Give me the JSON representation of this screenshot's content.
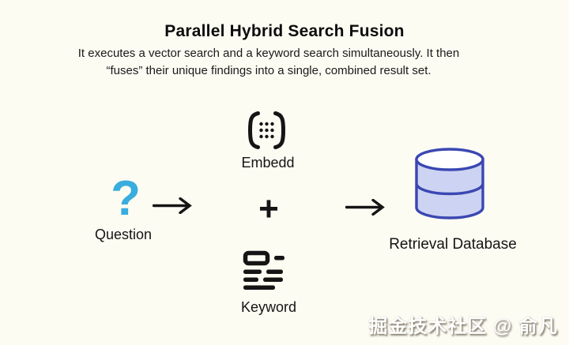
{
  "header": {
    "title": "Parallel Hybrid Search Fusion",
    "subtitle_line1": "It executes a vector search and a keyword search simultaneously. It then",
    "subtitle_line2": "“fuses” their unique findings into a single, combined result set."
  },
  "diagram": {
    "question": {
      "glyph": "?",
      "label": "Question"
    },
    "plus_sign": "+",
    "embed": {
      "label": "Embedd"
    },
    "keyword": {
      "label": "Keyword"
    },
    "database": {
      "label": "Retrieval Database"
    }
  },
  "watermark": {
    "text": "掘金技术社区 @ 俞凡"
  },
  "colors": {
    "bg": "#FDFCF3",
    "ink": "#151515",
    "question-blue": "#38ADDE",
    "db-outline": "#3A47B2",
    "db-fill": "#CDD3F2",
    "watermark-white": "#FFFFFF"
  }
}
